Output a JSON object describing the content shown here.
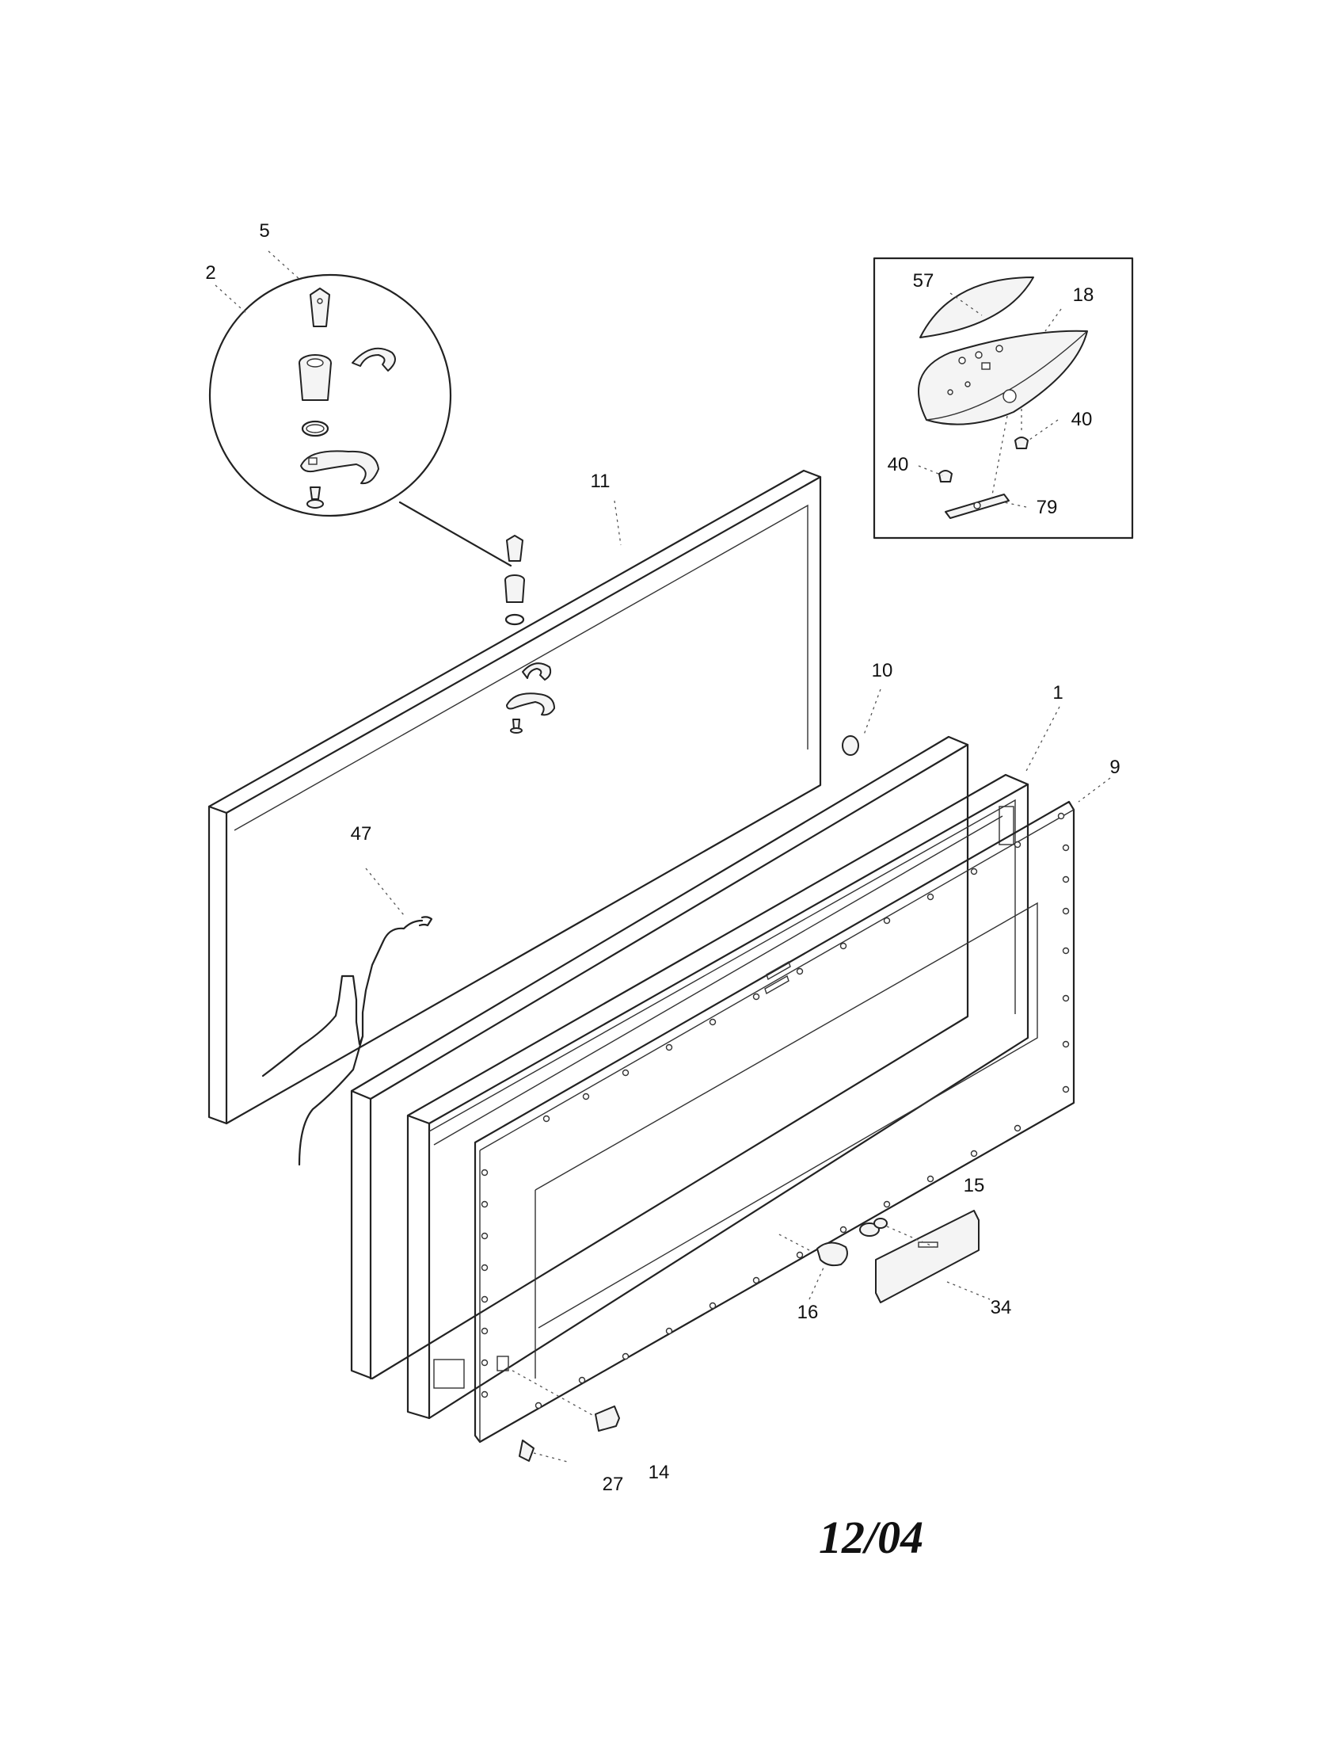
{
  "callouts": {
    "c1": "1",
    "c2": "2",
    "c5": "5",
    "c9": "9",
    "c10": "10",
    "c11": "11",
    "c14": "14",
    "c15": "15",
    "c16": "16",
    "c18": "18",
    "c27": "27",
    "c34": "34",
    "c40a": "40",
    "c40b": "40",
    "c47": "47",
    "c57": "57",
    "c79": "79"
  },
  "date_code": "12/04"
}
